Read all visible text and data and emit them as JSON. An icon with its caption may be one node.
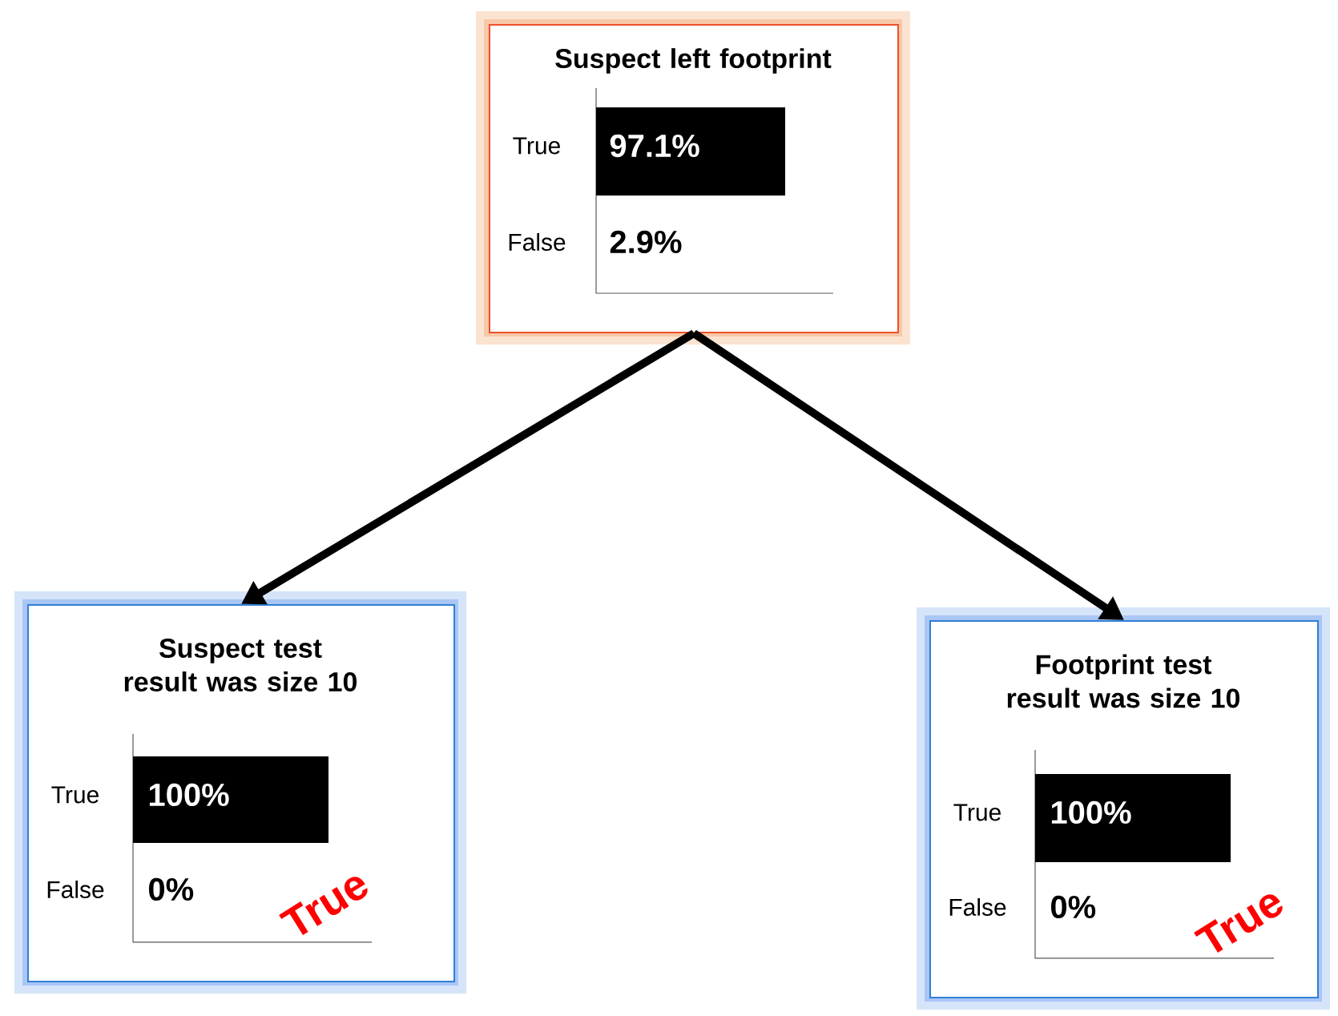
{
  "diagram": {
    "nodes": [
      {
        "text": [
          "Suspect left footprint",
          "True",
          "97.1%",
          "False",
          "2.9%"
        ]
      },
      {
        "text": [
          "Suspect test result was size 10",
          "True",
          "100%",
          "False",
          "0%",
          "True"
        ]
      },
      {
        "text": [
          "Footprint test result was size 10",
          "True",
          "100%",
          "False",
          "0%",
          "True"
        ]
      }
    ],
    "edges": [
      {
        "from": 0,
        "to": 1,
        "arrow": "to"
      },
      {
        "from": 0,
        "to": 2,
        "arrow": "to"
      }
    ]
  }
}
